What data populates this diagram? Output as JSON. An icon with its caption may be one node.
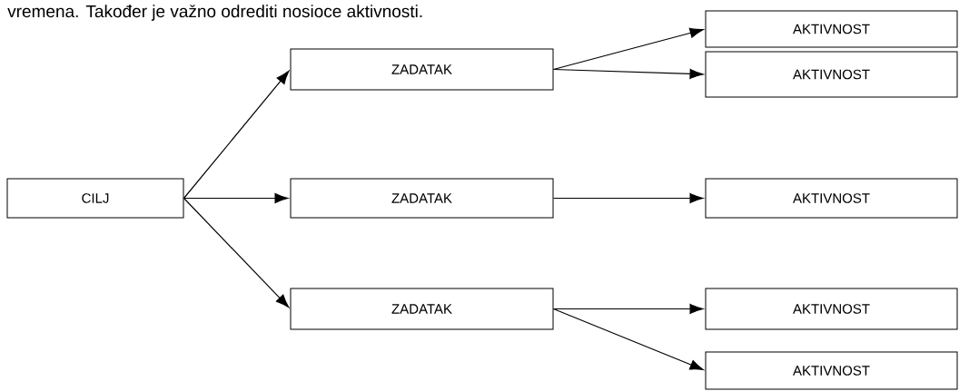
{
  "diagram": {
    "nodes": [
      {
        "text": [
          "CILJ"
        ]
      },
      {
        "text": [
          "ZADATAK"
        ]
      },
      {
        "text": [
          "ZADATAK"
        ]
      },
      {
        "text": [
          "ZADATAK"
        ]
      },
      {
        "text": [
          "AKTIVNOST"
        ]
      },
      {
        "text": [
          "AKTIVNOST"
        ]
      },
      {
        "text": [
          "AKTIVNOST"
        ]
      },
      {
        "text": [
          "AKTIVNOST"
        ]
      },
      {
        "text": [
          "AKTIVNOST"
        ]
      }
    ],
    "edges": [
      {
        "from": 0,
        "to": 1,
        "arrow": "to"
      },
      {
        "from": 0,
        "to": 2,
        "arrow": "to"
      },
      {
        "from": 0,
        "to": 3,
        "arrow": "to"
      },
      {
        "from": 1,
        "to": 4,
        "arrow": "to"
      },
      {
        "from": 1,
        "to": 5,
        "arrow": "to"
      },
      {
        "from": 2,
        "to": 6,
        "arrow": "to"
      },
      {
        "from": 3,
        "to": 7,
        "arrow": "to"
      },
      {
        "from": 3,
        "to": 8,
        "arrow": "to"
      }
    ],
    "labels": [
      "vremena. Također je važno odrediti nosioce aktivnosti."
    ]
  }
}
